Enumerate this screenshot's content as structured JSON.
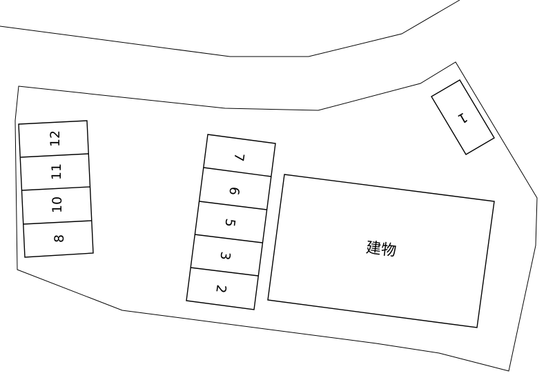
{
  "diagram": {
    "type": "parking-site-plan",
    "colors": {
      "background": "#ffffff",
      "stroke": "#000000"
    },
    "building": {
      "label": "建物"
    },
    "parking_groups": [
      {
        "name": "left-group",
        "stalls": [
          {
            "number": "12"
          },
          {
            "number": "11"
          },
          {
            "number": "10"
          },
          {
            "number": "8"
          }
        ]
      },
      {
        "name": "center-group",
        "stalls": [
          {
            "number": "7"
          },
          {
            "number": "6"
          },
          {
            "number": "5"
          },
          {
            "number": "3"
          },
          {
            "number": "2"
          }
        ]
      },
      {
        "name": "corner-stall",
        "stalls": [
          {
            "number": "1"
          }
        ]
      }
    ]
  }
}
